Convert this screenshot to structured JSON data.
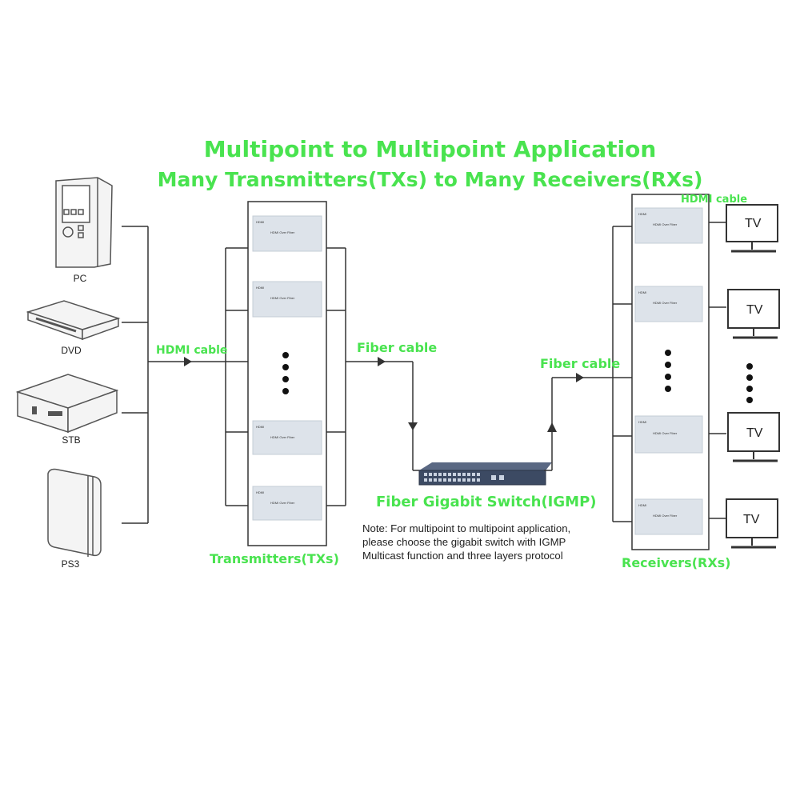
{
  "title": {
    "line1": "Multipoint to Multipoint Application",
    "line2": "Many Transmitters(TXs) to Many Receivers(RXs)"
  },
  "sources": [
    {
      "label": "PC"
    },
    {
      "label": "DVD"
    },
    {
      "label": "STB"
    },
    {
      "label": "PS3"
    }
  ],
  "labels": {
    "hdmi_cable_left": "HDMI cable",
    "hdmi_cable_right": "HDMI cable",
    "fiber_cable_left": "Fiber cable",
    "fiber_cable_right": "Fiber cable",
    "switch": "Fiber Gigabit Switch(IGMP)",
    "transmitters": "Transmitters(TXs)",
    "receivers": "Receivers(RXs)"
  },
  "device_tag": "HDMI",
  "device_name": "HDMI Over Fiber",
  "tv_label": "TV",
  "note": {
    "line1": "Note: For multipoint to multipoint application,",
    "line2": "please choose the gigabit switch with IGMP",
    "line3": "Multicast function and three layers protocol"
  },
  "colors": {
    "green_label": "#49e34f",
    "line": "#333333",
    "device_fill": "#dde3ea",
    "switch_body": "#3c4a63"
  }
}
